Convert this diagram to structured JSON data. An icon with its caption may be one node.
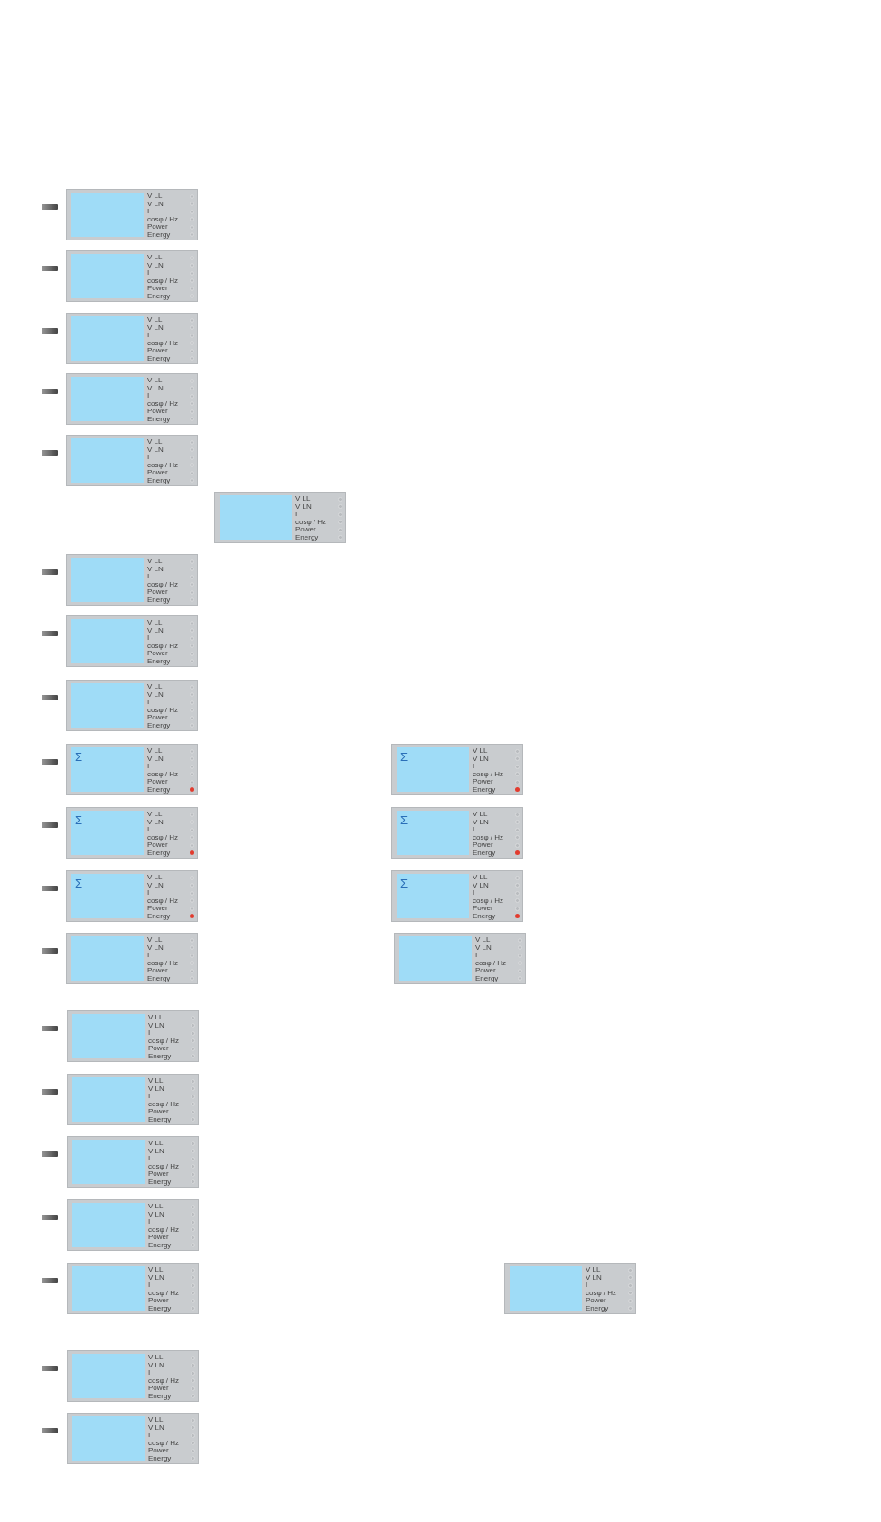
{
  "diagram": {
    "nodes": [
      {
        "text": [
          "V LL",
          "V LN",
          "I",
          "cosφ / Hz",
          "Power",
          "Energy"
        ]
      },
      {
        "text": [
          "V LL",
          "V LN",
          "I",
          "cosφ / Hz",
          "Power",
          "Energy"
        ]
      },
      {
        "text": [
          "V LL",
          "V LN",
          "I",
          "cosφ / Hz",
          "Power",
          "Energy"
        ]
      },
      {
        "text": [
          "V LL",
          "V LN",
          "I",
          "cosφ / Hz",
          "Power",
          "Energy"
        ]
      },
      {
        "text": [
          "V LL",
          "V LN",
          "I",
          "cosφ / Hz",
          "Power",
          "Energy"
        ]
      },
      {
        "text": [
          "V LL",
          "V LN",
          "I",
          "cosφ / Hz",
          "Power",
          "Energy"
        ]
      },
      {
        "text": [
          "V LL",
          "V LN",
          "I",
          "cosφ / Hz",
          "Power",
          "Energy"
        ]
      },
      {
        "text": [
          "V LL",
          "V LN",
          "I",
          "cosφ / Hz",
          "Power",
          "Energy"
        ]
      },
      {
        "text": [
          "V LL",
          "V LN",
          "I",
          "cosφ / Hz",
          "Power",
          "Energy"
        ]
      },
      {
        "text": [
          "Σ",
          "V LL",
          "V LN",
          "I",
          "cosφ / Hz",
          "Power",
          "Energy"
        ]
      },
      {
        "text": [
          "Σ",
          "V LL",
          "V LN",
          "I",
          "cosφ / Hz",
          "Power",
          "Energy"
        ]
      },
      {
        "text": [
          "Σ",
          "V LL",
          "V LN",
          "I",
          "cosφ / Hz",
          "Power",
          "Energy"
        ]
      },
      {
        "text": [
          "Σ",
          "V LL",
          "V LN",
          "I",
          "cosφ / Hz",
          "Power",
          "Energy"
        ]
      },
      {
        "text": [
          "Σ",
          "V LL",
          "V LN",
          "I",
          "cosφ / Hz",
          "Power",
          "Energy"
        ]
      },
      {
        "text": [
          "Σ",
          "V LL",
          "V LN",
          "I",
          "cosφ / Hz",
          "Power",
          "Energy"
        ]
      },
      {
        "text": [
          "V LL",
          "V LN",
          "I",
          "cosφ / Hz",
          "Power",
          "Energy"
        ]
      },
      {
        "text": [
          "V LL",
          "V LN",
          "I",
          "cosφ / Hz",
          "Power",
          "Energy"
        ]
      },
      {
        "text": [
          "V LL",
          "V LN",
          "I",
          "cosφ / Hz",
          "Power",
          "Energy"
        ]
      },
      {
        "text": [
          "V LL",
          "V LN",
          "I",
          "cosφ / Hz",
          "Power",
          "Energy"
        ]
      },
      {
        "text": [
          "V LL",
          "V LN",
          "I",
          "cosφ / Hz",
          "Power",
          "Energy"
        ]
      },
      {
        "text": [
          "V LL",
          "V LN",
          "I",
          "cosφ / Hz",
          "Power",
          "Energy"
        ]
      },
      {
        "text": [
          "V LL",
          "V LN",
          "I",
          "cosφ / Hz",
          "Power",
          "Energy"
        ]
      },
      {
        "text": [
          "V LL",
          "V LN",
          "I",
          "cosφ / Hz",
          "Power",
          "Energy"
        ]
      },
      {
        "text": [
          "V LL",
          "V LN",
          "I",
          "cosφ / Hz",
          "Power",
          "Energy"
        ]
      },
      {
        "text": [
          "V LL",
          "V LN",
          "I",
          "cosφ / Hz",
          "Power",
          "Energy"
        ]
      }
    ],
    "edges": []
  }
}
